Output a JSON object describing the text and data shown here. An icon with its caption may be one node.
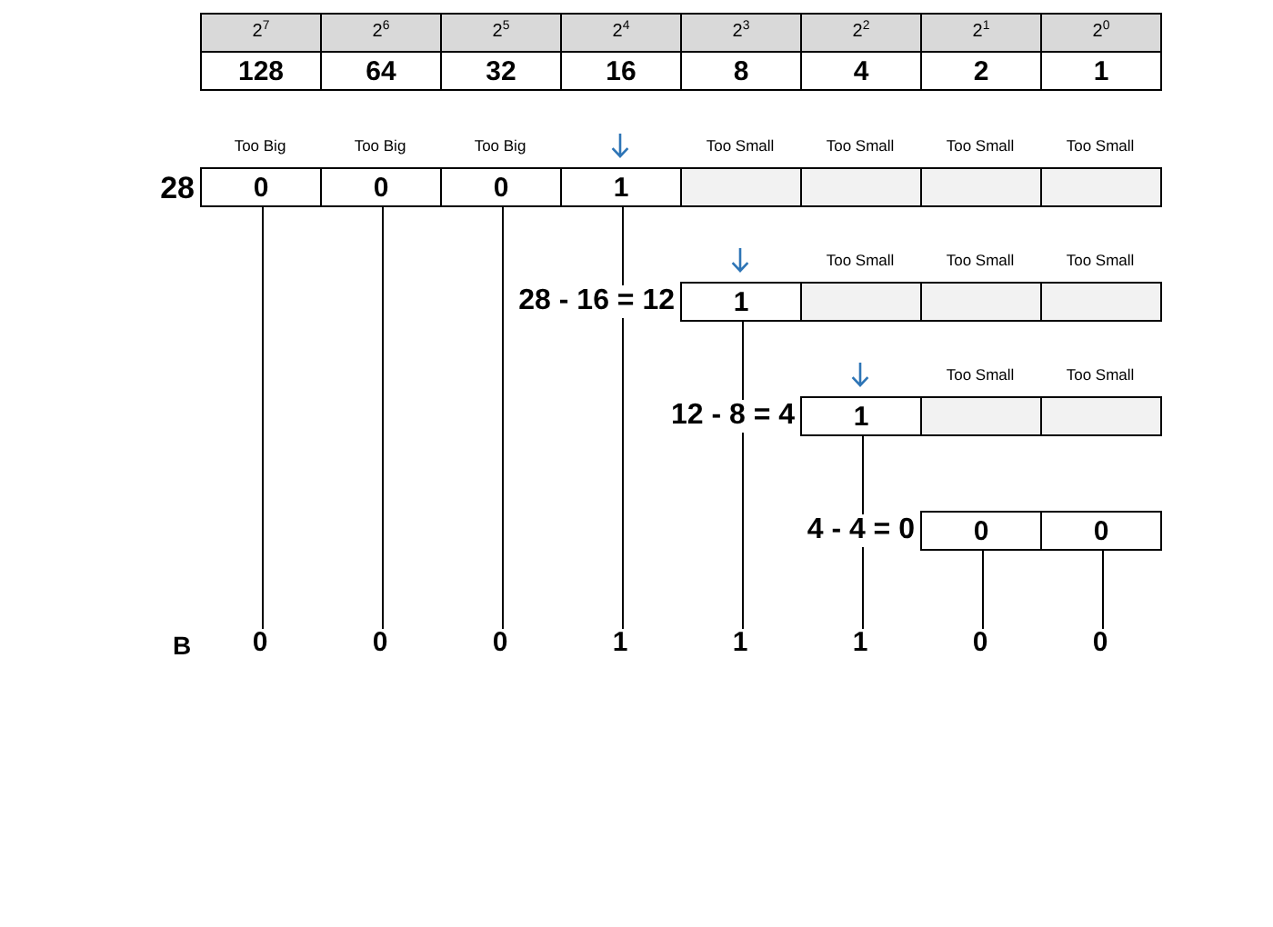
{
  "diagram": {
    "nodes": [
      {
        "text": [
          "2$^{7}$"
        ]
      },
      {
        "text": [
          "2$^{6}$"
        ]
      },
      {
        "text": [
          "2$^{5}$"
        ]
      },
      {
        "text": [
          "2$^{4}$"
        ]
      },
      {
        "text": [
          "2$^{3}$"
        ]
      },
      {
        "text": [
          "2$^{2}$"
        ]
      },
      {
        "text": [
          "2$^{1}$"
        ]
      },
      {
        "text": [
          "2$^{0}$"
        ]
      },
      {
        "text": [
          "128"
        ]
      },
      {
        "text": [
          "64"
        ]
      },
      {
        "text": [
          "32"
        ]
      },
      {
        "text": [
          "16"
        ]
      },
      {
        "text": [
          "8"
        ]
      },
      {
        "text": [
          "4"
        ]
      },
      {
        "text": [
          "2"
        ]
      },
      {
        "text": [
          "1"
        ]
      },
      {
        "text": [
          "0"
        ],
        "beside": [
          "Too Big"
        ]
      },
      {
        "text": [
          "0"
        ],
        "beside": [
          "Too Big"
        ]
      },
      {
        "text": [
          "0"
        ],
        "beside": [
          "Too Big"
        ]
      },
      {
        "text": [
          "1"
        ]
      },
      {
        "text": [],
        "shape": "box",
        "beside": [
          "Too Small"
        ]
      },
      {
        "text": [],
        "shape": "box",
        "beside": [
          "Too Small"
        ]
      },
      {
        "text": [],
        "shape": "box",
        "beside": [
          "Too Small"
        ]
      },
      {
        "text": [],
        "shape": "box",
        "beside": [
          "Too Small"
        ]
      },
      {
        "text": [
          "1"
        ]
      },
      {
        "text": [],
        "shape": "box",
        "beside": [
          "Too Small"
        ]
      },
      {
        "text": [],
        "shape": "box",
        "beside": [
          "Too Small"
        ]
      },
      {
        "text": [],
        "shape": "box",
        "beside": [
          "Too Small"
        ]
      },
      {
        "text": [
          "1"
        ]
      },
      {
        "text": [],
        "shape": "box",
        "beside": [
          "Too Small"
        ]
      },
      {
        "text": [],
        "shape": "box",
        "beside": [
          "Too Small"
        ]
      },
      {
        "text": [
          "0"
        ]
      },
      {
        "text": [
          "0"
        ]
      },
      {
        "text": [
          "0"
        ]
      },
      {
        "text": [
          "0"
        ]
      },
      {
        "text": [
          "0"
        ]
      },
      {
        "text": [
          "1"
        ]
      },
      {
        "text": [
          "1"
        ]
      },
      {
        "text": [
          "1"
        ]
      },
      {
        "text": [
          "0"
        ]
      },
      {
        "text": [
          "0"
        ]
      }
    ],
    "edges": [
      {
        "from": 16,
        "to": 33,
        "arrow": "none"
      },
      {
        "from": 17,
        "to": 34,
        "arrow": "none"
      },
      {
        "from": 18,
        "to": 35,
        "arrow": "none"
      },
      {
        "from": 19,
        "to": 36,
        "arrow": "none"
      },
      {
        "from": 24,
        "to": 37,
        "arrow": "none"
      },
      {
        "from": 28,
        "to": 38,
        "arrow": "none"
      },
      {
        "from": 31,
        "to": 39,
        "arrow": "none"
      },
      {
        "from": 32,
        "to": 40,
        "arrow": "none"
      }
    ],
    "labels": [
      "28",
      "28 - 16 = 12",
      "12 - 8 = 4",
      "4 - 4 = 0",
      "B"
    ]
  }
}
